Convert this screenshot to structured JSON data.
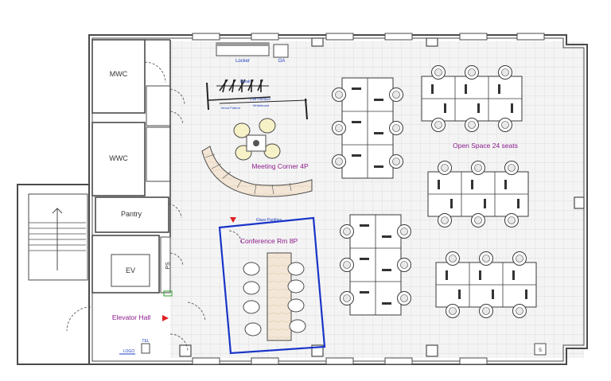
{
  "rooms": {
    "mwc": "MWC",
    "wwc": "WWC",
    "pantry": "Pantry",
    "ev": "EV",
    "ps": "PS",
    "elevator_hall": "Elevator Hall",
    "meeting_corner": "Meeting Corner 4P",
    "conference": "Conference Rm 8P",
    "open_space": "Open Space 24 seats"
  },
  "fixtures": {
    "locker": "Locker",
    "oa": "OA",
    "cloak": "Cloak",
    "low_partition": "Low Partition",
    "wood_pattern": "Wood Pattern",
    "whiteboard": "Whiteboard",
    "glass_partition": "Glass Partition",
    "tel": "TEL",
    "logo": "LOGO",
    "s": "S"
  },
  "colors": {
    "wall": "#4a4a4a",
    "floor_grid": "#d6d6d6",
    "room_label": "#8b1a8b",
    "blue_label": "#1f3fbf",
    "conference_wall": "#1a35c8",
    "arrow": "#e02020",
    "wood": "#f3e6d6"
  }
}
